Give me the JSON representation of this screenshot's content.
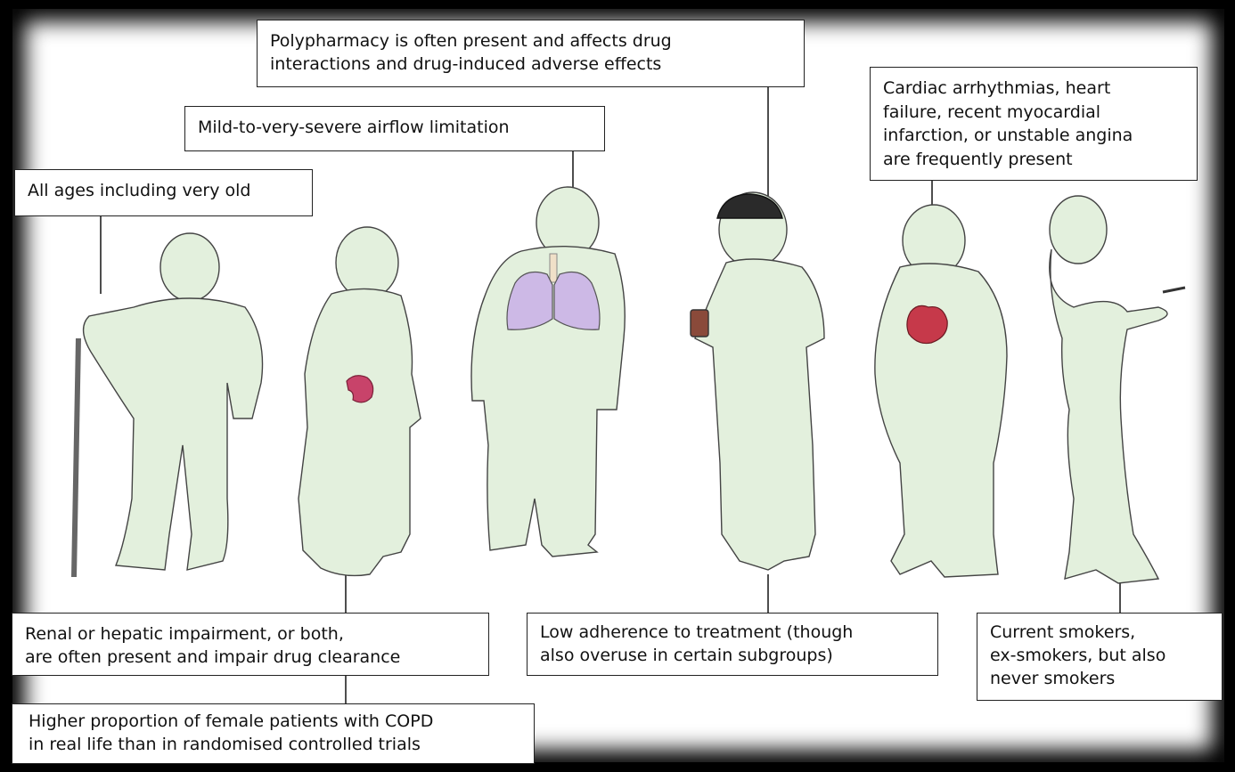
{
  "callouts": {
    "polypharmacy": "Polypharmacy is often present and affects drug\ninteractions and drug-induced adverse effects",
    "airflow": "Mild-to-very-severe airflow limitation",
    "ages": "All ages including very old",
    "cardiac": "Cardiac arrhythmias, heart\nfailure, recent myocardial\ninfarction, or unstable angina\nare frequently present",
    "renal": "Renal or hepatic impairment, or both,\nare often present and impair drug clearance",
    "female": "Higher proportion of female patients with COPD\nin real life than in randomised controlled trials",
    "adherence": "Low adherence to treatment (though\nalso overuse in certain subgroups)",
    "smokers": "Current smokers,\nex-smokers, but also\nnever smokers"
  },
  "colors": {
    "figure_fill": "#e3f0dd",
    "figure_stroke": "#444444",
    "kidney": "#c8436a",
    "lungs": "#cdb9e6",
    "heart": "#c6394a",
    "brain": "#2a2a2a"
  }
}
